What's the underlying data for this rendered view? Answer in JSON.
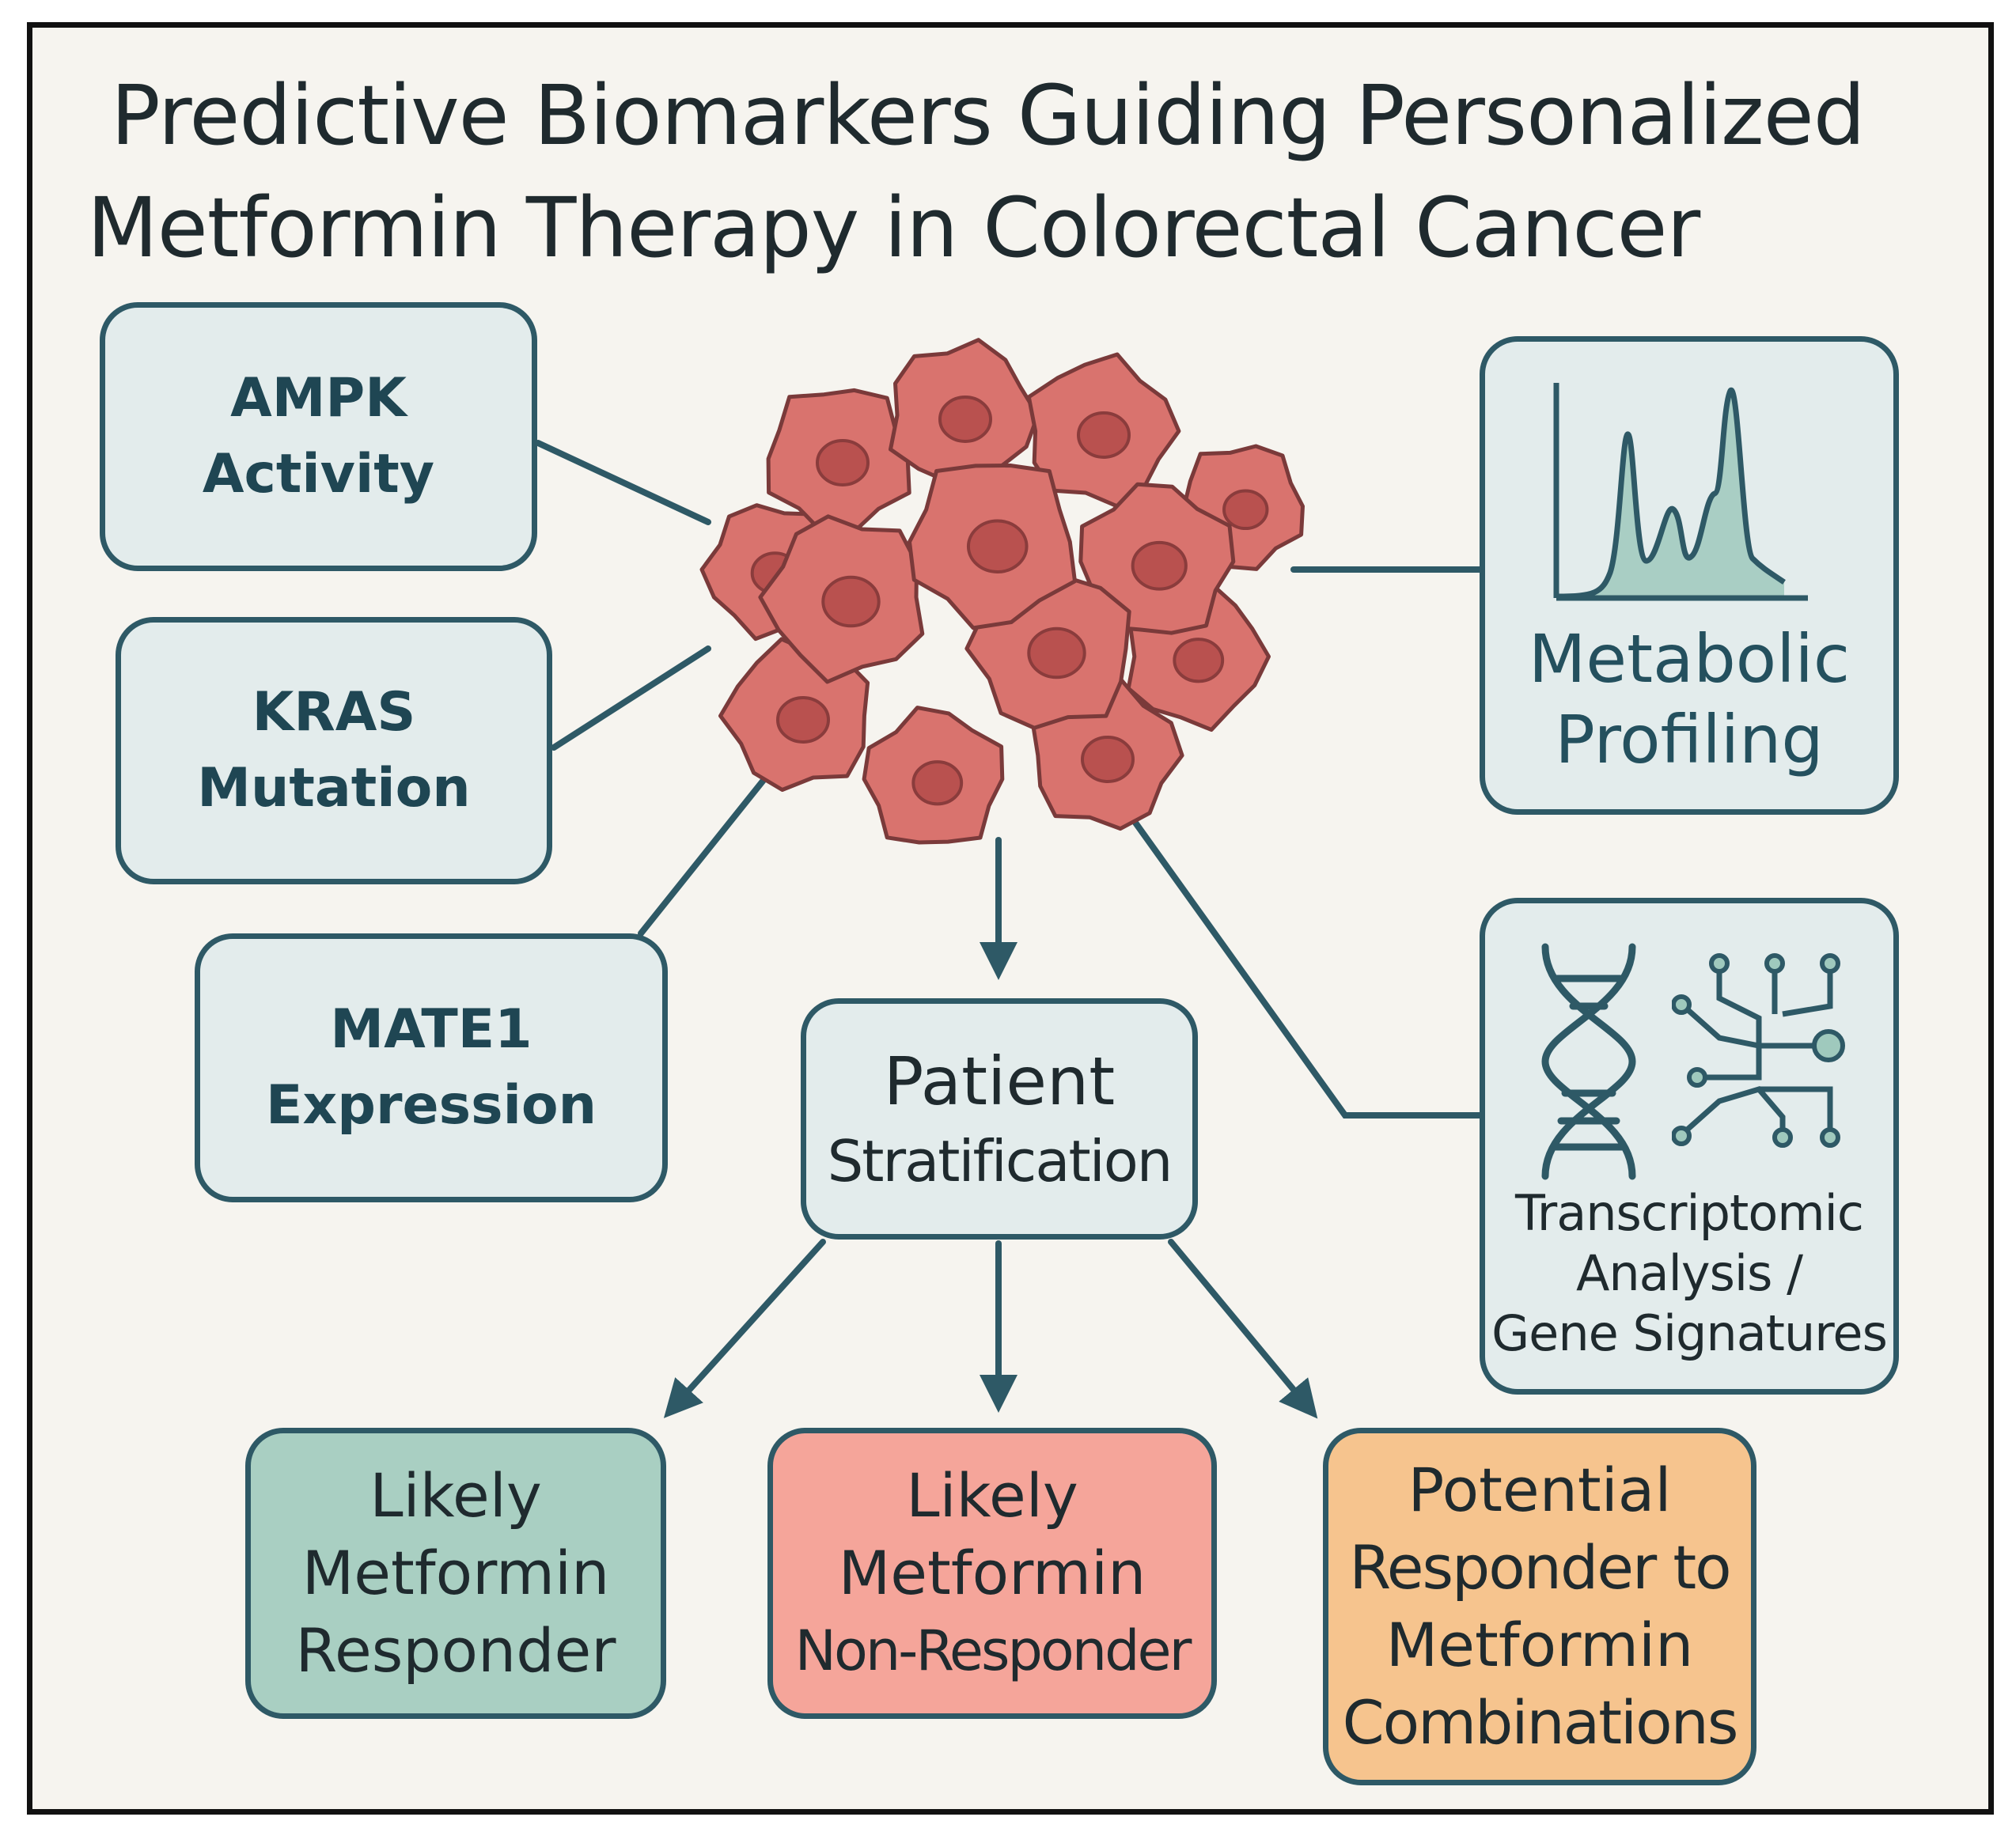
{
  "title": {
    "line1": "Predictive Biomarkers Guiding Personalized",
    "line2": "Metformin Therapy in Colorectal Cancer"
  },
  "biomarkers": [
    {
      "line1": "AMPK",
      "line2": "Activity"
    },
    {
      "line1": "KRAS",
      "line2": "Mutation"
    },
    {
      "line1": "MATE1",
      "line2": "Expression"
    }
  ],
  "metabolic": {
    "line1": "Metabolic",
    "line2": "Profiling",
    "icon": "spectrum-chart-icon"
  },
  "transcriptomic": {
    "line1": "Transcriptomic",
    "line2": "Analysis /",
    "line3": "Gene Signatures",
    "icons": [
      "dna-icon",
      "circuit-network-icon"
    ]
  },
  "stratification": {
    "line1": "Patient",
    "line2": "Stratification"
  },
  "outcomes": [
    {
      "lines": [
        "Likely",
        "Metformin",
        "Responder"
      ],
      "color": "#a9cfc2"
    },
    {
      "lines": [
        "Likely",
        "Metformin",
        "Non-Responder"
      ],
      "color": "#f5a59a"
    },
    {
      "lines": [
        "Potential",
        "Responder to",
        "Metformin",
        "Combinations"
      ],
      "color": "#f6c48e"
    }
  ],
  "colors": {
    "line": "#2e5966",
    "cell": "#d9736e",
    "cell_dark": "#b9514f",
    "background": "#f6f4ef"
  },
  "center_icon": "tumor-cell-cluster-icon"
}
